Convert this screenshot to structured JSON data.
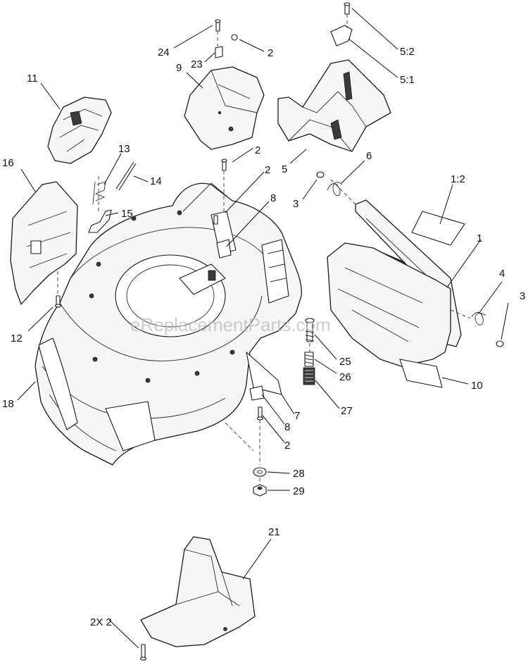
{
  "watermark": "eReplacementParts.com",
  "callouts": [
    {
      "id": "c24",
      "text": "24"
    },
    {
      "id": "c23",
      "text": "23"
    },
    {
      "id": "c2a",
      "text": "2"
    },
    {
      "id": "c9",
      "text": "9"
    },
    {
      "id": "c52",
      "text": "5:2"
    },
    {
      "id": "c51",
      "text": "5:1"
    },
    {
      "id": "c11",
      "text": "11"
    },
    {
      "id": "c2b",
      "text": "2"
    },
    {
      "id": "c5",
      "text": "5"
    },
    {
      "id": "c6",
      "text": "6"
    },
    {
      "id": "c13",
      "text": "13"
    },
    {
      "id": "c16",
      "text": "16"
    },
    {
      "id": "c2c",
      "text": "2"
    },
    {
      "id": "c14",
      "text": "14"
    },
    {
      "id": "c3a",
      "text": "3"
    },
    {
      "id": "c12b",
      "text": "1:2"
    },
    {
      "id": "c8a",
      "text": "8"
    },
    {
      "id": "c15",
      "text": "15"
    },
    {
      "id": "c1",
      "text": "1"
    },
    {
      "id": "c4",
      "text": "4"
    },
    {
      "id": "c3b",
      "text": "3"
    },
    {
      "id": "c12",
      "text": "12"
    },
    {
      "id": "c25",
      "text": "25"
    },
    {
      "id": "c26",
      "text": "26"
    },
    {
      "id": "c10",
      "text": "10"
    },
    {
      "id": "c18",
      "text": "18"
    },
    {
      "id": "c27",
      "text": "27"
    },
    {
      "id": "c7",
      "text": "7"
    },
    {
      "id": "c8b",
      "text": "8"
    },
    {
      "id": "c2d",
      "text": "2"
    },
    {
      "id": "c28",
      "text": "28"
    },
    {
      "id": "c29",
      "text": "29"
    },
    {
      "id": "c21",
      "text": "21"
    },
    {
      "id": "c2x2",
      "text": "2X 2"
    }
  ]
}
